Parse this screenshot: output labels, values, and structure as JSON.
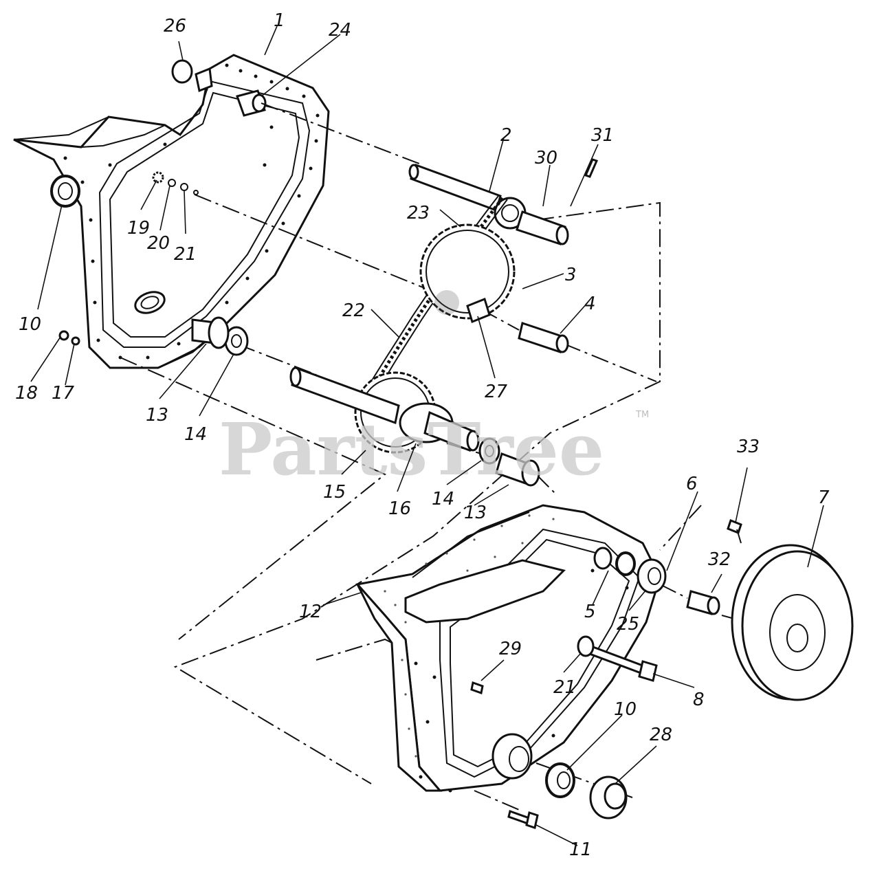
{
  "watermark": "PartsTree",
  "trademark": "TM",
  "callouts": {
    "c1": "1",
    "c2": "2",
    "c3": "3",
    "c4": "4",
    "c5": "5",
    "c6": "6",
    "c7": "7",
    "c8": "8",
    "c10a": "10",
    "c10b": "10",
    "c11": "11",
    "c12": "12",
    "c13a": "13",
    "c13b": "13",
    "c14a": "14",
    "c14b": "14",
    "c15": "15",
    "c16": "16",
    "c17": "17",
    "c18": "18",
    "c19": "19",
    "c20": "20",
    "c21a": "21",
    "c21b": "21",
    "c22": "22",
    "c23": "23",
    "c24": "24",
    "c25": "25",
    "c26": "26",
    "c27": "27",
    "c28": "28",
    "c29": "29",
    "c30": "30",
    "c31": "31",
    "c32": "32",
    "c33": "33"
  }
}
